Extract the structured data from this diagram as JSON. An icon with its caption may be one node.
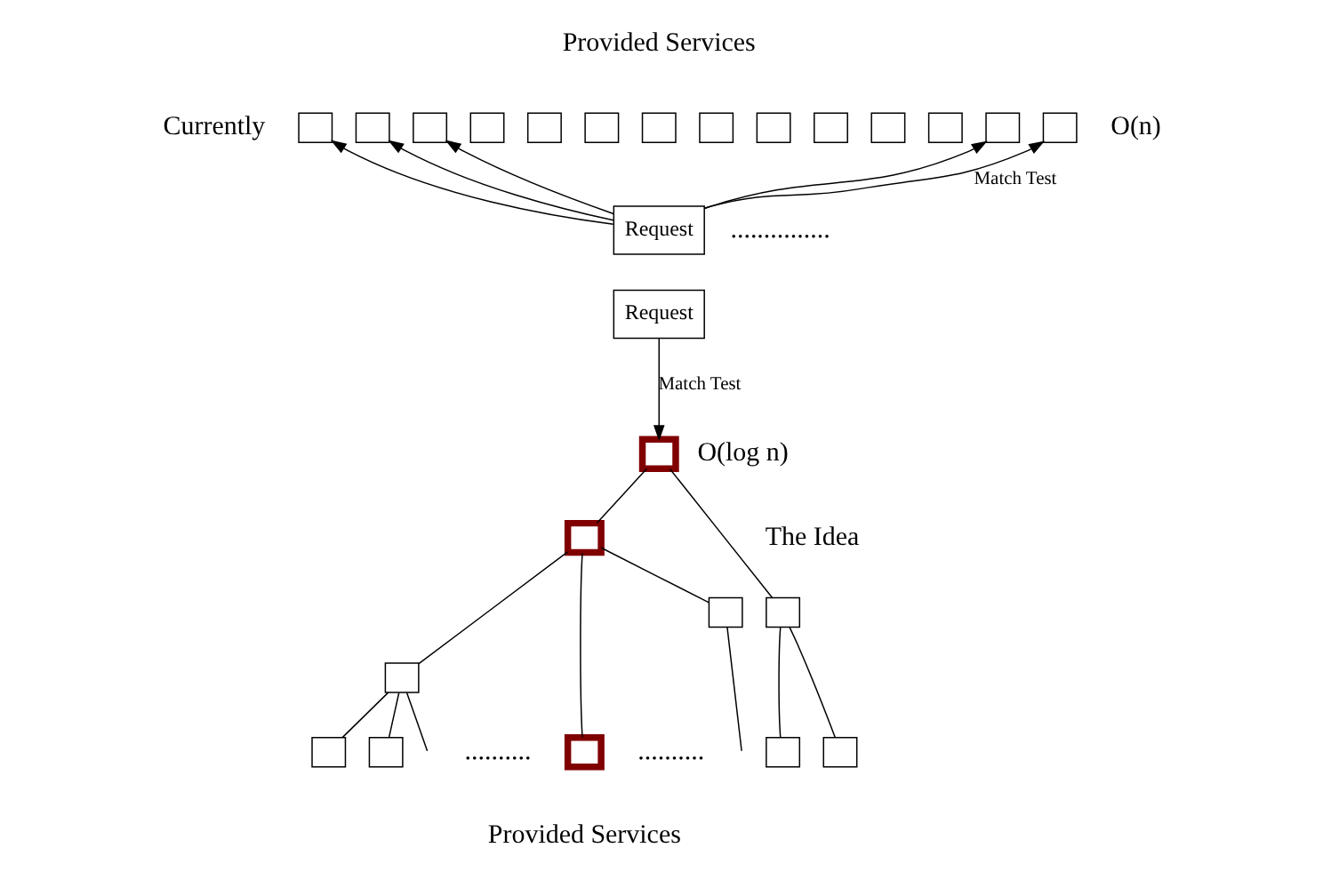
{
  "diagram": {
    "nodes": [
      {
        "text": [
          "Request"
        ]
      },
      {
        "text": [],
        "shape": "box"
      },
      {
        "text": [],
        "shape": "box"
      },
      {
        "text": [],
        "shape": "box"
      },
      {
        "text": [],
        "shape": "box"
      },
      {
        "text": [],
        "shape": "box"
      },
      {
        "text": [],
        "shape": "box"
      },
      {
        "text": [],
        "shape": "box"
      },
      {
        "text": [],
        "shape": "box"
      },
      {
        "text": [],
        "shape": "box"
      },
      {
        "text": [],
        "shape": "box"
      },
      {
        "text": [],
        "shape": "box"
      },
      {
        "text": [],
        "shape": "box"
      },
      {
        "text": [],
        "shape": "box"
      },
      {
        "text": [],
        "shape": "box"
      },
      {
        "text": [
          "Request"
        ]
      },
      {
        "text": [],
        "shape": "box"
      },
      {
        "text": [],
        "shape": "box"
      },
      {
        "text": [],
        "shape": "box"
      },
      {
        "text": [],
        "shape": "box"
      },
      {
        "text": [],
        "shape": "box"
      },
      {
        "text": [],
        "shape": "box"
      },
      {
        "text": [],
        "shape": "box"
      },
      {
        "text": [],
        "shape": "box"
      },
      {
        "text": [],
        "shape": "box"
      },
      {
        "text": [],
        "shape": "box"
      }
    ],
    "edges": [
      {
        "from": 0,
        "to": 1,
        "arrow": "to"
      },
      {
        "from": 0,
        "to": 2,
        "arrow": "to"
      },
      {
        "from": 0,
        "to": 3,
        "arrow": "to"
      },
      {
        "from": 0,
        "to": 13,
        "arrow": "to"
      },
      {
        "from": 0,
        "to": 14,
        "arrow": "to",
        "label": "Match Test"
      },
      {
        "from": 15,
        "to": 16,
        "arrow": "to",
        "label": "Match Test"
      },
      {
        "from": 16,
        "to": 17,
        "arrow": "none"
      },
      {
        "from": 16,
        "to": 18,
        "arrow": "none"
      },
      {
        "from": 17,
        "to": 20,
        "arrow": "none"
      },
      {
        "from": 17,
        "to": 19,
        "arrow": "none"
      },
      {
        "from": 17,
        "to": 23,
        "arrow": "none"
      },
      {
        "from": 19,
        "to": null,
        "arrow": "none"
      },
      {
        "from": 20,
        "to": 21,
        "arrow": "none"
      },
      {
        "from": 20,
        "to": 22,
        "arrow": "none"
      },
      {
        "from": 20,
        "to": null,
        "arrow": "none"
      },
      {
        "from": 18,
        "to": 24,
        "arrow": "none"
      },
      {
        "from": 18,
        "to": 25,
        "arrow": "none"
      }
    ],
    "labels": [
      "Provided Services",
      "Currently",
      "O(n)",
      "...............",
      "O(log n)",
      "The Idea",
      "..........",
      "..........",
      "Provided Services"
    ]
  }
}
